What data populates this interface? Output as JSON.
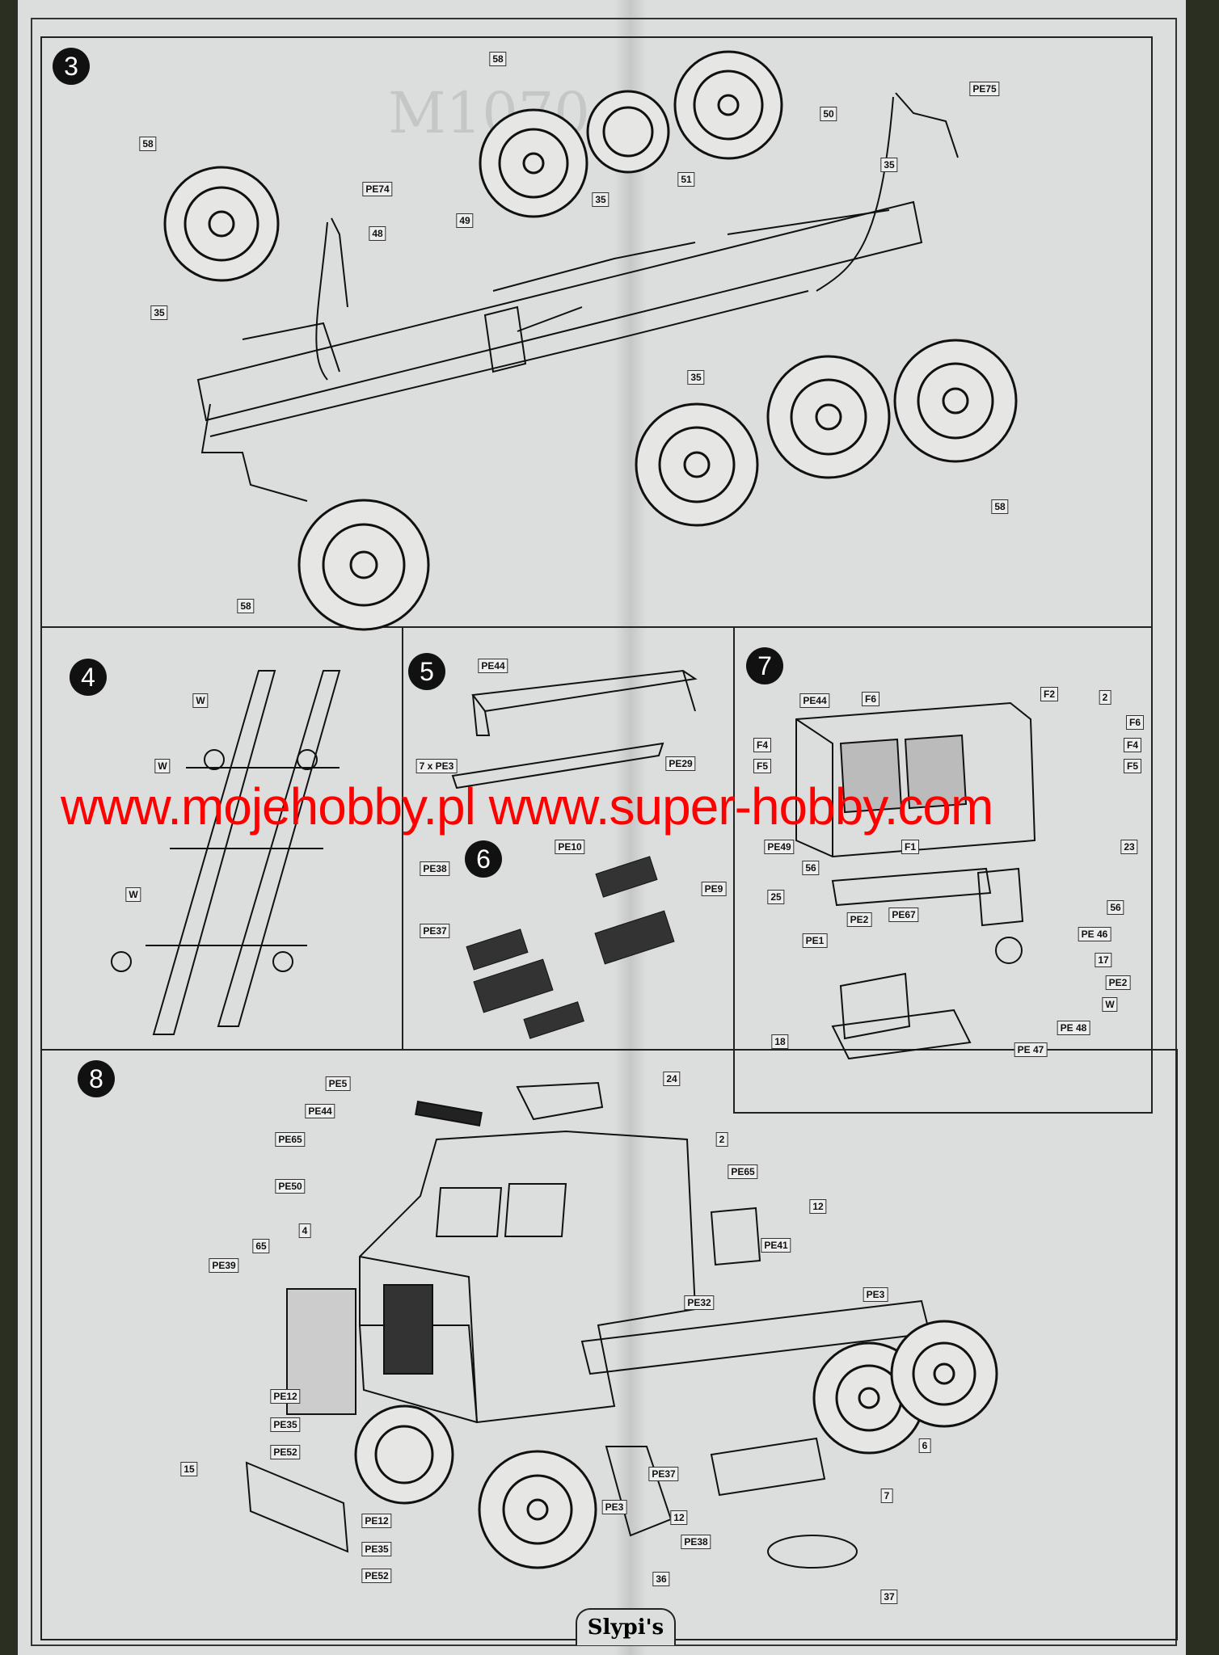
{
  "background_text": "M1070",
  "step3": {
    "number": "3",
    "labels": [
      "58",
      "PE75",
      "58",
      "PE74",
      "48",
      "49",
      "35",
      "51",
      "50",
      "35",
      "35",
      "35",
      "58",
      "58"
    ]
  },
  "step4": {
    "number": "4",
    "labels": [
      "W",
      "W",
      "W"
    ]
  },
  "step5": {
    "number": "5",
    "labels": [
      "PE44",
      "7 x PE3",
      "PE29"
    ]
  },
  "step6": {
    "number": "6",
    "labels": [
      "PE10",
      "PE38",
      "PE37",
      "PE9"
    ]
  },
  "step7": {
    "number": "7",
    "labels": [
      "PE44",
      "F6",
      "F2",
      "2",
      "F6",
      "F4",
      "F5",
      "F4",
      "F5",
      "F1",
      "PE49",
      "56",
      "23",
      "25",
      "56",
      "PE2",
      "PE67",
      "PE1",
      "PE 46",
      "17",
      "PE2",
      "W",
      "PE 48",
      "PE 47",
      "18"
    ]
  },
  "step8": {
    "number": "8",
    "labels": [
      "PE5",
      "24",
      "PE44",
      "PE65",
      "2",
      "PE65",
      "PE50",
      "12",
      "4",
      "PE41",
      "65",
      "PE39",
      "PE32",
      "PE3",
      "PE12",
      "PE35",
      "PE52",
      "6",
      "15",
      "PE37",
      "PE3",
      "12",
      "7",
      "PE12",
      "PE38",
      "PE35",
      "PE52",
      "36",
      "37"
    ]
  },
  "watermark": "www.mojehobby.pl www.super-hobby.com",
  "logo": "Slypi's",
  "colors": {
    "paper": "#dcdedd",
    "ink": "#111111",
    "watermark": "#ff0000"
  }
}
